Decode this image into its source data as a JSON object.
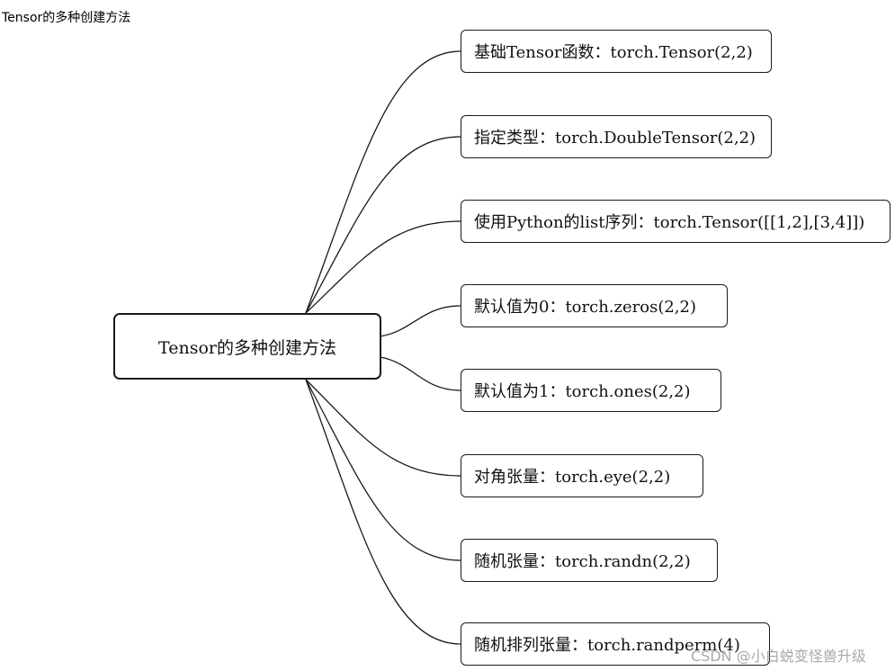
{
  "caption": "Tensor的多种创建方法",
  "root": {
    "label": "Tensor的多种创建方法"
  },
  "branches": [
    {
      "label": "基础Tensor函数：torch.Tensor(2,2)"
    },
    {
      "label": "指定类型：torch.DoubleTensor(2,2)"
    },
    {
      "label": "使用Python的list序列：torch.Tensor([[1,2],[3,4]])"
    },
    {
      "label": "默认值为0：torch.zeros(2,2)"
    },
    {
      "label": "默认值为1：torch.ones(2,2)"
    },
    {
      "label": "对角张量：torch.eye(2,2)"
    },
    {
      "label": "随机张量：torch.randn(2,2)"
    },
    {
      "label": "随机排列张量：torch.randperm(4)"
    }
  ],
  "watermark": "CSDN @小白蜕变怪兽升级"
}
